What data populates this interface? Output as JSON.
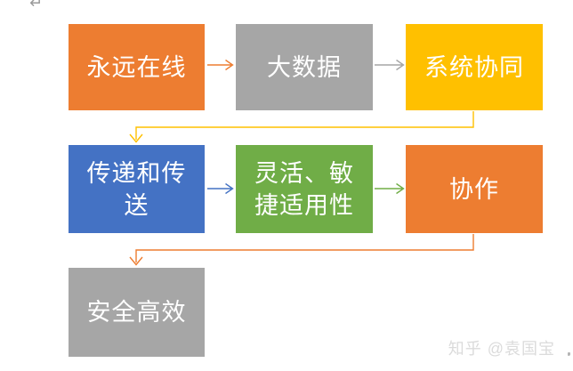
{
  "page": {
    "background": "#ffffff",
    "return_mark": "↵"
  },
  "watermark": {
    "text": "知乎 @袁国宝",
    "color": "#dbdbdb"
  },
  "flowchart": {
    "type": "process-flow-diagram",
    "text_color": "#ffffff",
    "boxes": [
      {
        "id": "always-online",
        "label": "永远在线",
        "color": "#ED7D31",
        "row": 1,
        "col": 1
      },
      {
        "id": "big-data",
        "label": "大数据",
        "color": "#A6A6A6",
        "row": 1,
        "col": 2
      },
      {
        "id": "system-collaboration",
        "label": "系统协同",
        "color": "#FFC000",
        "row": 1,
        "col": 3
      },
      {
        "id": "transfer-and-delivery",
        "label": "传递和传\n送",
        "color": "#4472C4",
        "row": 2,
        "col": 1
      },
      {
        "id": "flexible-agile-adaptability",
        "label": "灵活、敏\n捷适用性",
        "color": "#70AD47",
        "row": 2,
        "col": 2
      },
      {
        "id": "collaboration",
        "label": "协作",
        "color": "#ED7D31",
        "row": 2,
        "col": 3
      },
      {
        "id": "safe-and-efficient",
        "label": "安全高效",
        "color": "#A6A6A6",
        "row": 3,
        "col": 1
      }
    ],
    "connectors": [
      {
        "from": "永远在线",
        "to": "大数据",
        "type": "straight-right",
        "color": "#ED7D31"
      },
      {
        "from": "大数据",
        "to": "系统协同",
        "type": "straight-right",
        "color": "#A6A6A6"
      },
      {
        "from": "系统协同",
        "to": "传递和传送",
        "type": "elbow-down-left",
        "color": "#FFC000"
      },
      {
        "from": "传递和传送",
        "to": "灵活、敏捷适用性",
        "type": "straight-right",
        "color": "#4472C4"
      },
      {
        "from": "灵活、敏捷适用性",
        "to": "协作",
        "type": "straight-right",
        "color": "#70AD47"
      },
      {
        "from": "协作",
        "to": "安全高效",
        "type": "elbow-down-left",
        "color": "#ED7D31"
      }
    ]
  }
}
